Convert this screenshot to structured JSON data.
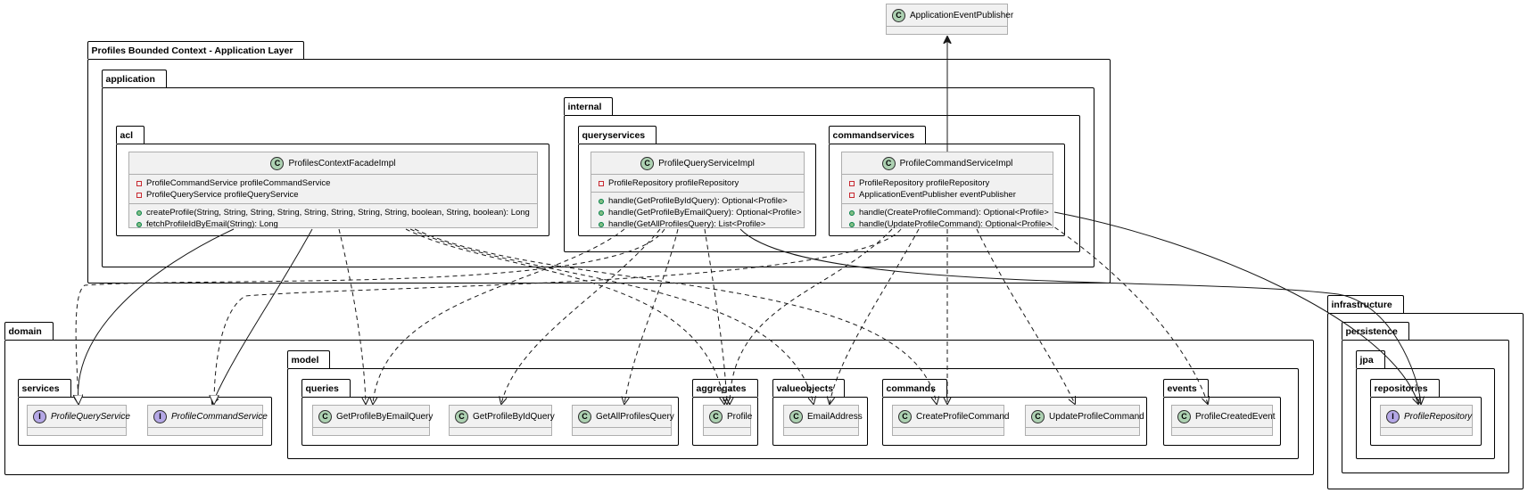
{
  "packages": {
    "profiles_bc": "Profiles Bounded Context - Application Layer",
    "application": "application",
    "acl": "acl",
    "internal": "internal",
    "queryservices": "queryservices",
    "commandservices": "commandservices",
    "domain": "domain",
    "services": "services",
    "model": "model",
    "queries": "queries",
    "aggregates": "aggregates",
    "valueobjects": "valueobjects",
    "commands": "commands",
    "events": "events",
    "infrastructure": "infrastructure",
    "persistence": "persistence",
    "jpa": "jpa",
    "repositories": "repositories"
  },
  "classes": {
    "application_event_publisher": {
      "badge": "C",
      "name": "ApplicationEventPublisher"
    },
    "profiles_context_facade_impl": {
      "badge": "C",
      "name": "ProfilesContextFacadeImpl",
      "fields": [
        "ProfileCommandService profileCommandService",
        "ProfileQueryService profileQueryService"
      ],
      "methods": [
        "createProfile(String, String, String, String, String, String, String, String, boolean, String, boolean): Long",
        "fetchProfileIdByEmail(String): Long"
      ]
    },
    "profile_query_service_impl": {
      "badge": "C",
      "name": "ProfileQueryServiceImpl",
      "fields": [
        "ProfileRepository profileRepository"
      ],
      "methods": [
        "handle(GetProfileByIdQuery): Optional<Profile>",
        "handle(GetProfileByEmailQuery): Optional<Profile>",
        "handle(GetAllProfilesQuery): List<Profile>"
      ]
    },
    "profile_command_service_impl": {
      "badge": "C",
      "name": "ProfileCommandServiceImpl",
      "fields": [
        "ProfileRepository profileRepository",
        "ApplicationEventPublisher eventPublisher"
      ],
      "methods": [
        "handle(CreateProfileCommand): Optional<Profile>",
        "handle(UpdateProfileCommand): Optional<Profile>"
      ]
    },
    "profile_query_service": {
      "badge": "I",
      "name": "ProfileQueryService"
    },
    "profile_command_service": {
      "badge": "I",
      "name": "ProfileCommandService"
    },
    "get_profile_by_email_query": {
      "badge": "C",
      "name": "GetProfileByEmailQuery"
    },
    "get_profile_by_id_query": {
      "badge": "C",
      "name": "GetProfileByIdQuery"
    },
    "get_all_profiles_query": {
      "badge": "C",
      "name": "GetAllProfilesQuery"
    },
    "profile": {
      "badge": "C",
      "name": "Profile"
    },
    "email_address": {
      "badge": "C",
      "name": "EmailAddress"
    },
    "create_profile_command": {
      "badge": "C",
      "name": "CreateProfileCommand"
    },
    "update_profile_command": {
      "badge": "C",
      "name": "UpdateProfileCommand"
    },
    "profile_created_event": {
      "badge": "C",
      "name": "ProfileCreatedEvent"
    },
    "profile_repository": {
      "badge": "I",
      "name": "ProfileRepository"
    }
  }
}
